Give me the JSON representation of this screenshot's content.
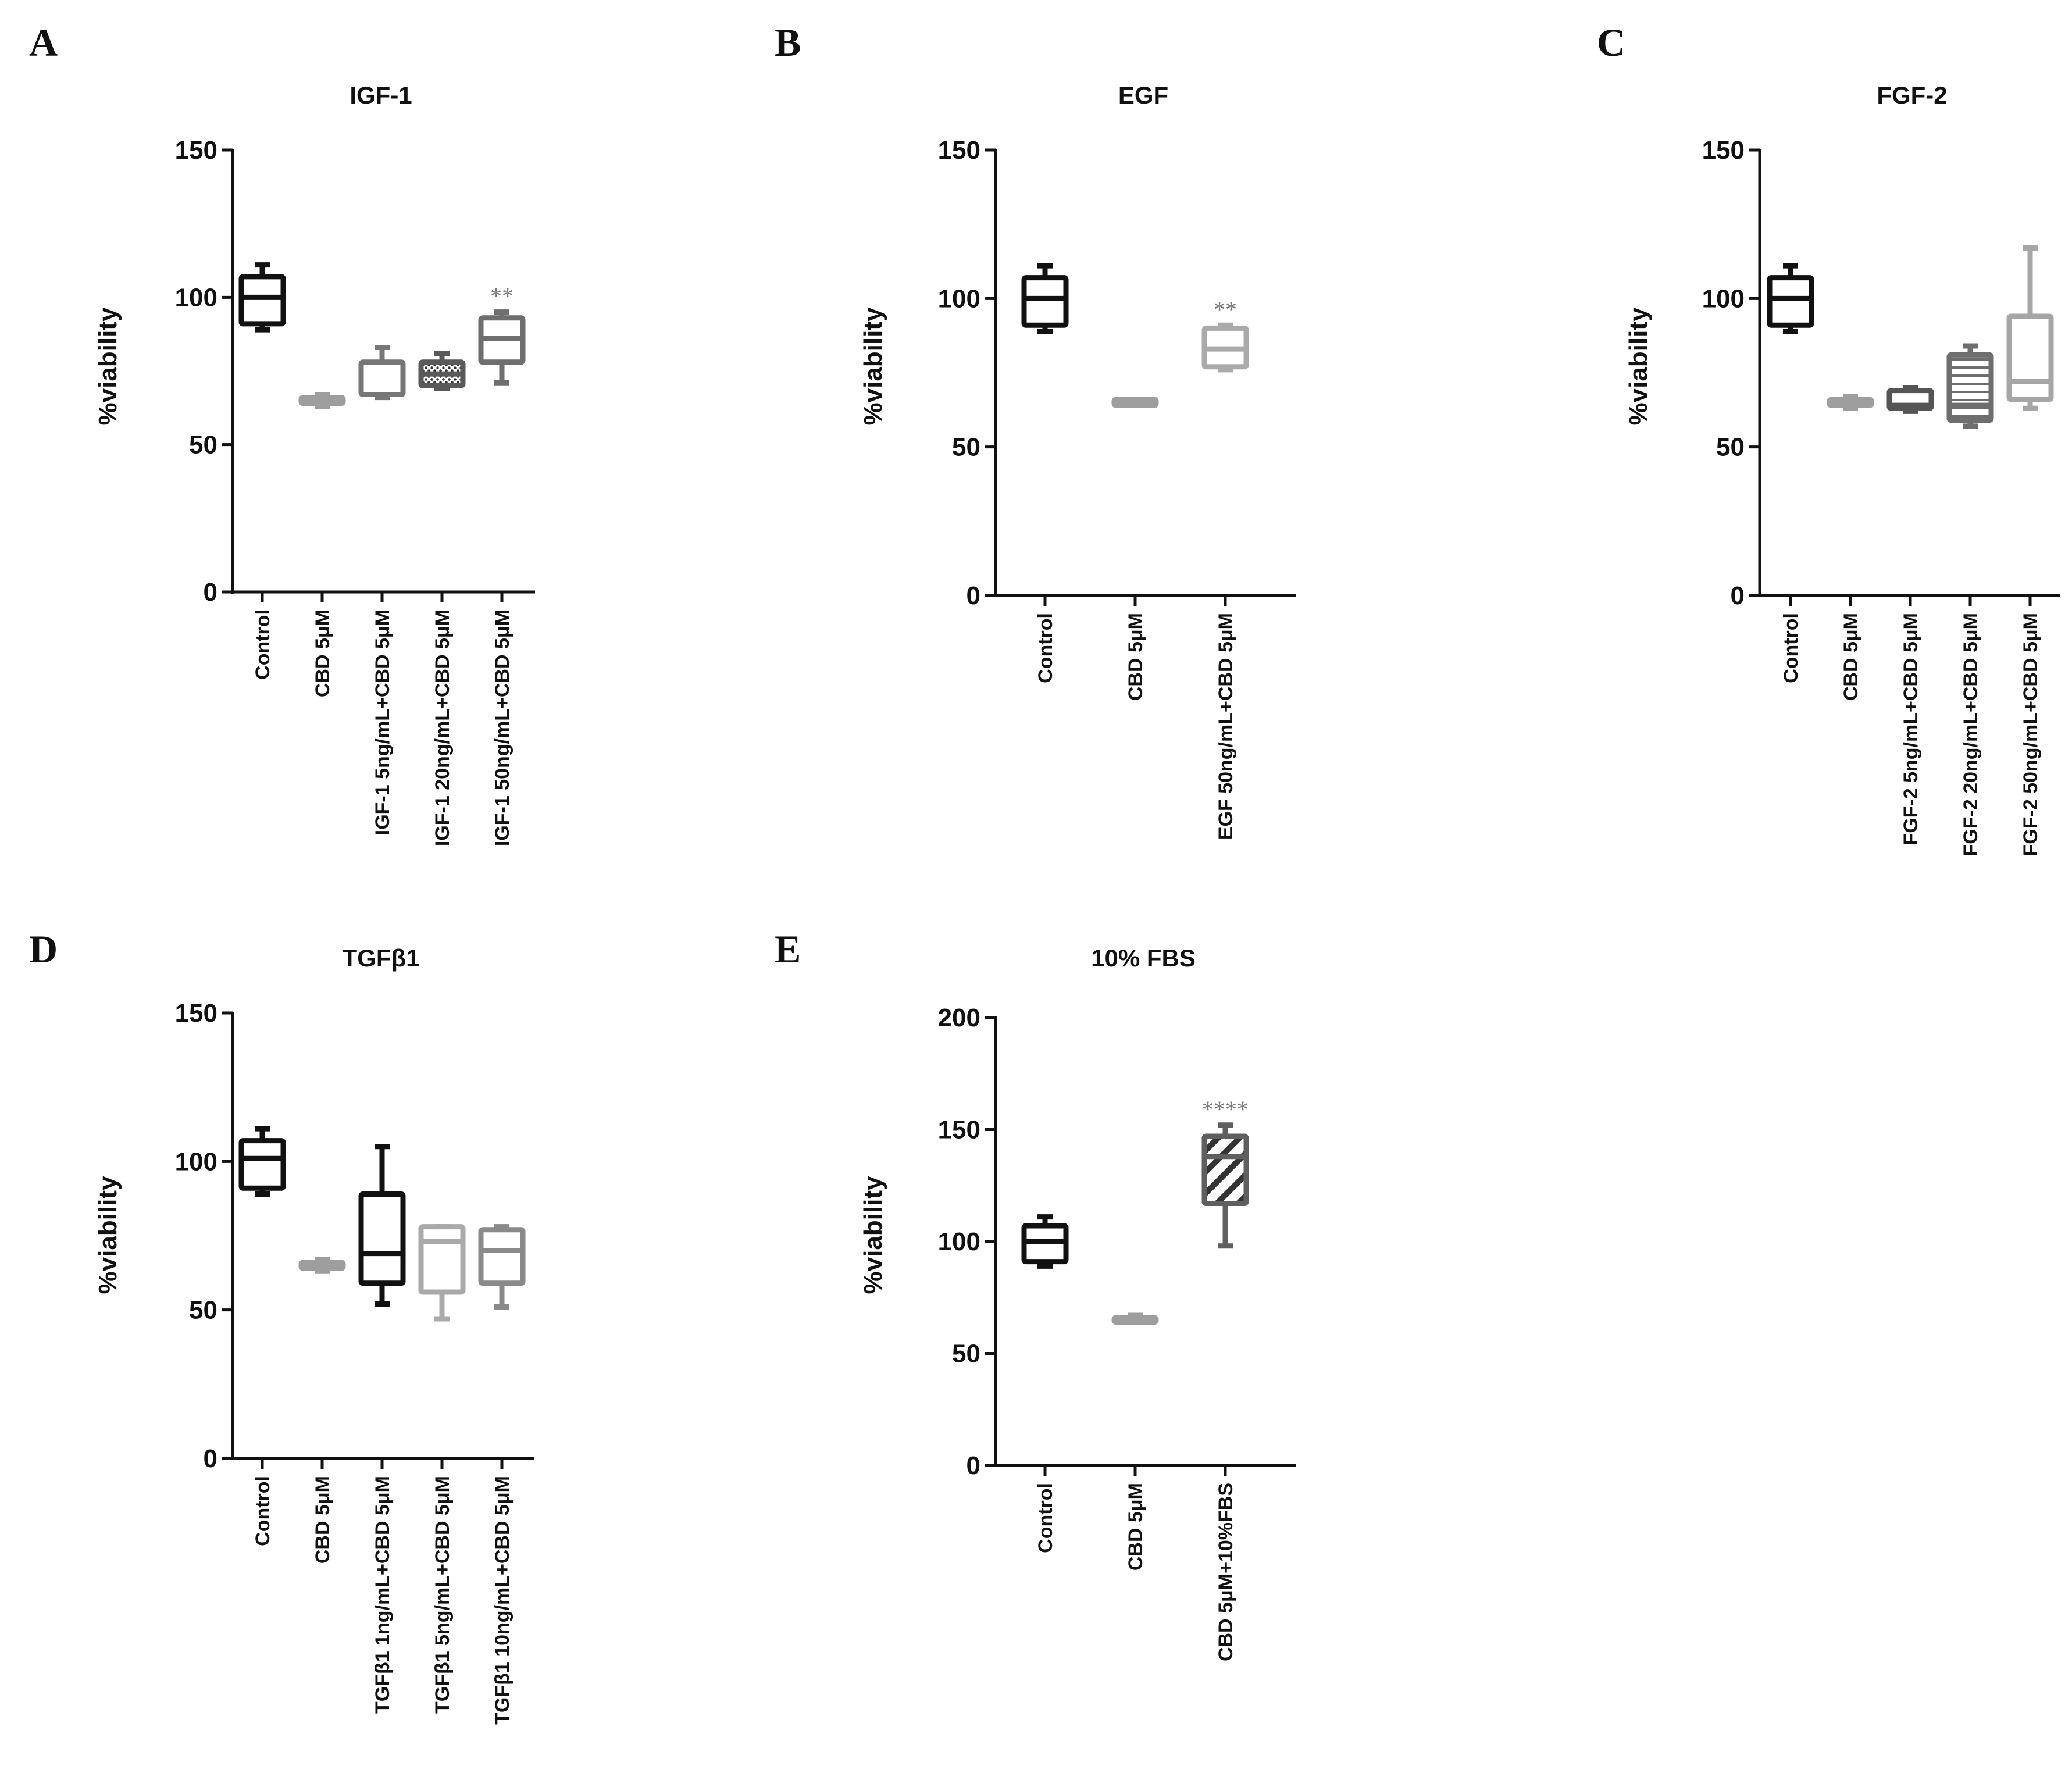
{
  "chart_data": [
    {
      "type": "box",
      "panel": "A",
      "title": "IGF-1",
      "ylabel": "%viability",
      "ylim": [
        0,
        150
      ],
      "yticks": [
        0,
        50,
        100,
        150
      ],
      "categories": [
        {
          "label": "Control",
          "min": 89,
          "q1": 91,
          "median": 100,
          "q3": 107,
          "max": 111,
          "color": "#111111",
          "fill": "none"
        },
        {
          "label": "CBD 5μM",
          "min": 63,
          "q1": 64,
          "median": 65,
          "q3": 66,
          "max": 67,
          "color": "#9e9e9e",
          "fill": "none"
        },
        {
          "label": "IGF-1 5ng/mL+CBD 5μM",
          "min": 66,
          "q1": 67,
          "median": 67,
          "q3": 78,
          "max": 83,
          "color": "#777777",
          "fill": "none"
        },
        {
          "label": "IGF-1 20ng/mL+CBD 5μM",
          "min": 69,
          "q1": 70,
          "median": 74,
          "q3": 78,
          "max": 81,
          "color": "#5a5a5a",
          "fill": "dots"
        },
        {
          "label": "IGF-1 50ng/mL+CBD 5μM",
          "min": 71,
          "q1": 78,
          "median": 86,
          "q3": 93,
          "max": 95,
          "color": "#6e6e6e",
          "fill": "none",
          "sig": "**"
        }
      ]
    },
    {
      "type": "box",
      "panel": "B",
      "title": "EGF",
      "ylabel": "%viability",
      "ylim": [
        0,
        150
      ],
      "yticks": [
        0,
        50,
        100,
        150
      ],
      "categories": [
        {
          "label": "Control",
          "min": 89,
          "q1": 91,
          "median": 100,
          "q3": 107,
          "max": 111,
          "color": "#111111",
          "fill": "none"
        },
        {
          "label": "CBD 5μM",
          "min": 64,
          "q1": 64,
          "median": 65,
          "q3": 66,
          "max": 66,
          "color": "#9e9e9e",
          "fill": "none"
        },
        {
          "label": "EGF 50ng/mL+CBD 5μM",
          "min": 76,
          "q1": 77,
          "median": 83,
          "q3": 90,
          "max": 91,
          "color": "#aaaaaa",
          "fill": "none",
          "sig": "**"
        }
      ]
    },
    {
      "type": "box",
      "panel": "C",
      "title": "FGF-2",
      "ylabel": "%viability",
      "ylim": [
        0,
        150
      ],
      "yticks": [
        0,
        50,
        100,
        150
      ],
      "categories": [
        {
          "label": "Control",
          "min": 89,
          "q1": 91,
          "median": 100,
          "q3": 107,
          "max": 111,
          "color": "#111111",
          "fill": "none"
        },
        {
          "label": "CBD 5μM",
          "min": 63,
          "q1": 64,
          "median": 65,
          "q3": 66,
          "max": 67,
          "color": "#9e9e9e",
          "fill": "none"
        },
        {
          "label": "FGF-2 5ng/mL+CBD 5μM",
          "min": 62,
          "q1": 63,
          "median": 64,
          "q3": 69,
          "max": 70,
          "color": "#555555",
          "fill": "none"
        },
        {
          "label": "FGF-2 20ng/mL+CBD 5μM",
          "min": 57,
          "q1": 59,
          "median": 64,
          "q3": 81,
          "max": 84,
          "color": "#6e6e6e",
          "fill": "hlines"
        },
        {
          "label": "FGF-2 50ng/mL+CBD 5μM",
          "min": 63,
          "q1": 66,
          "median": 72,
          "q3": 94,
          "max": 117,
          "color": "#a6a6a6",
          "fill": "none"
        }
      ]
    },
    {
      "type": "box",
      "panel": "D",
      "title": "TGFβ1",
      "ylabel": "%viability",
      "ylim": [
        0,
        150
      ],
      "yticks": [
        0,
        50,
        100,
        150
      ],
      "categories": [
        {
          "label": "Control",
          "min": 89,
          "q1": 91,
          "median": 101,
          "q3": 107,
          "max": 111,
          "color": "#111111",
          "fill": "none"
        },
        {
          "label": "CBD 5μM",
          "min": 63,
          "q1": 64,
          "median": 65,
          "q3": 66,
          "max": 67,
          "color": "#9e9e9e",
          "fill": "none"
        },
        {
          "label": "TGFβ1 1ng/mL+CBD 5μM",
          "min": 52,
          "q1": 59,
          "median": 69,
          "q3": 89,
          "max": 105,
          "color": "#111111",
          "fill": "none"
        },
        {
          "label": "TGFβ1  5ng/mL+CBD 5μM",
          "min": 47,
          "q1": 56,
          "median": 73,
          "q3": 78,
          "max": 78,
          "color": "#aaaaaa",
          "fill": "none"
        },
        {
          "label": "TGFβ1 10ng/mL+CBD 5μM",
          "min": 51,
          "q1": 59,
          "median": 70,
          "q3": 77,
          "max": 78,
          "color": "#8a8a8a",
          "fill": "none"
        }
      ]
    },
    {
      "type": "box",
      "panel": "E",
      "title": "10% FBS",
      "ylabel": "%viability",
      "ylim": [
        0,
        200
      ],
      "yticks": [
        0,
        50,
        100,
        150,
        200
      ],
      "categories": [
        {
          "label": "Control",
          "min": 89,
          "q1": 91,
          "median": 100,
          "q3": 107,
          "max": 111,
          "color": "#111111",
          "fill": "none"
        },
        {
          "label": "CBD 5μM",
          "min": 64,
          "q1": 64,
          "median": 65,
          "q3": 66,
          "max": 67,
          "color": "#9e9e9e",
          "fill": "none"
        },
        {
          "label": "CBD 5μM+10%FBS",
          "min": 98,
          "q1": 117,
          "median": 138,
          "q3": 147,
          "max": 152,
          "color": "#5f5f5f",
          "fill": "diag",
          "sig": "****"
        }
      ]
    }
  ]
}
